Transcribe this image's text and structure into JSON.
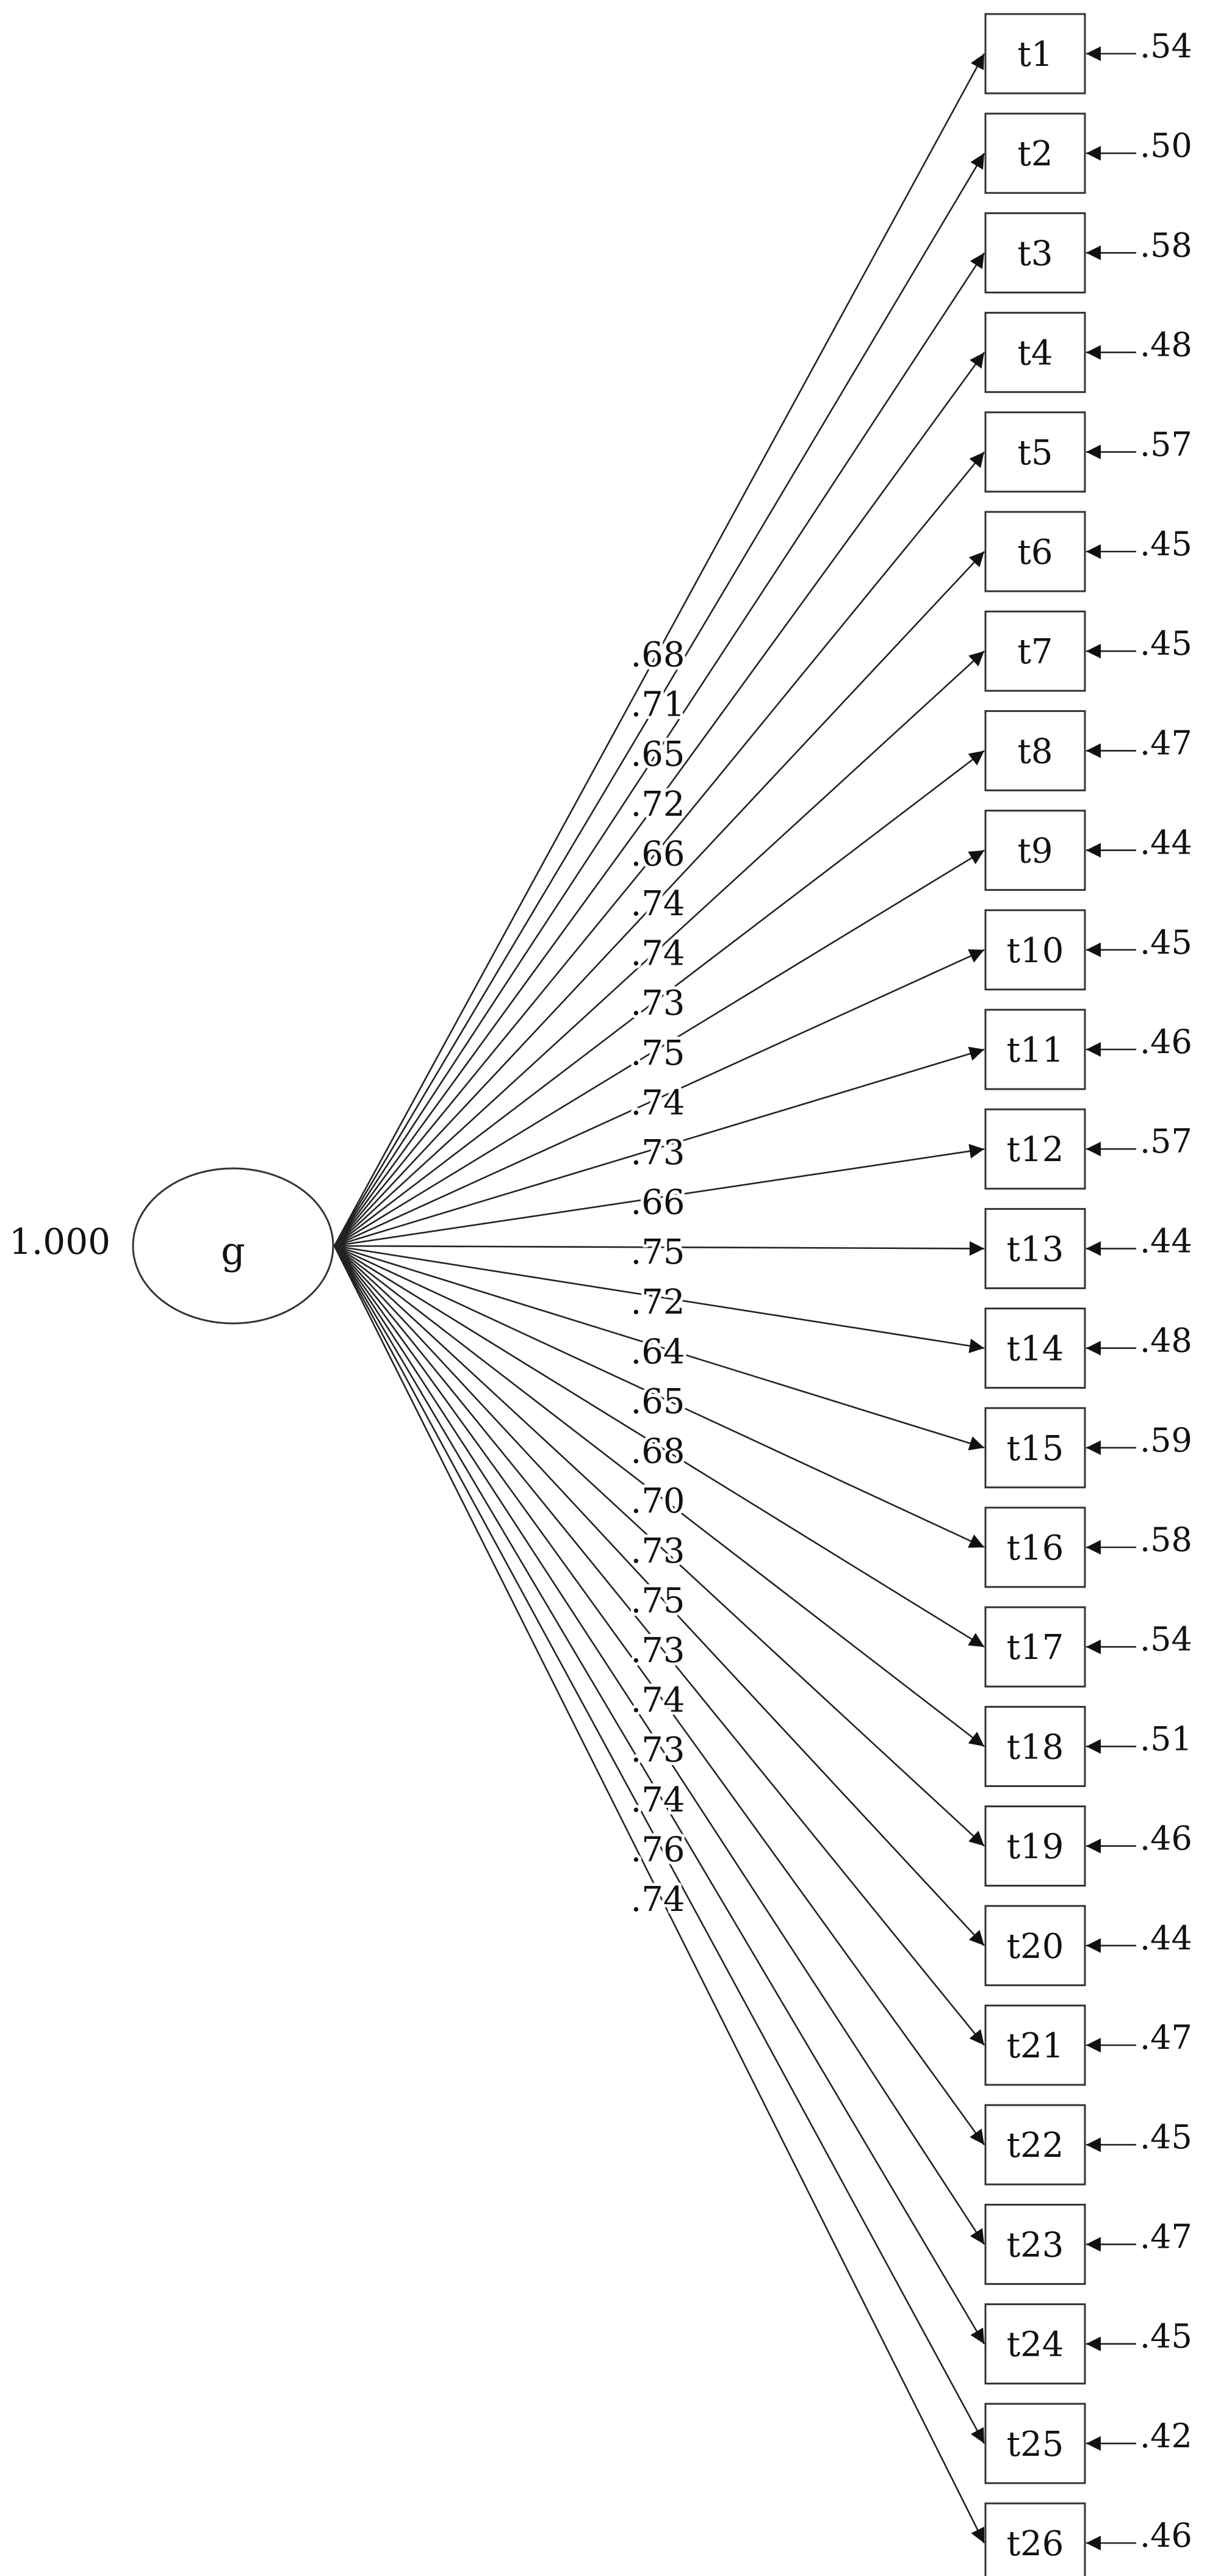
{
  "latent": {
    "name": "g",
    "variance": "1.000"
  },
  "indicators": [
    {
      "name": "t1",
      "loading": ".68",
      "error": ".54"
    },
    {
      "name": "t2",
      "loading": ".71",
      "error": ".50"
    },
    {
      "name": "t3",
      "loading": ".65",
      "error": ".58"
    },
    {
      "name": "t4",
      "loading": ".72",
      "error": ".48"
    },
    {
      "name": "t5",
      "loading": ".66",
      "error": ".57"
    },
    {
      "name": "t6",
      "loading": ".74",
      "error": ".45"
    },
    {
      "name": "t7",
      "loading": ".74",
      "error": ".45"
    },
    {
      "name": "t8",
      "loading": ".73",
      "error": ".47"
    },
    {
      "name": "t9",
      "loading": ".75",
      "error": ".44"
    },
    {
      "name": "t10",
      "loading": ".74",
      "error": ".45"
    },
    {
      "name": "t11",
      "loading": ".73",
      "error": ".46"
    },
    {
      "name": "t12",
      "loading": ".66",
      "error": ".57"
    },
    {
      "name": "t13",
      "loading": ".75",
      "error": ".44"
    },
    {
      "name": "t14",
      "loading": ".72",
      "error": ".48"
    },
    {
      "name": "t15",
      "loading": ".64",
      "error": ".59"
    },
    {
      "name": "t16",
      "loading": ".65",
      "error": ".58"
    },
    {
      "name": "t17",
      "loading": ".68",
      "error": ".54"
    },
    {
      "name": "t18",
      "loading": ".70",
      "error": ".51"
    },
    {
      "name": "t19",
      "loading": ".73",
      "error": ".46"
    },
    {
      "name": "t20",
      "loading": ".75",
      "error": ".44"
    },
    {
      "name": "t21",
      "loading": ".73",
      "error": ".47"
    },
    {
      "name": "t22",
      "loading": ".74",
      "error": ".45"
    },
    {
      "name": "t23",
      "loading": ".73",
      "error": ".47"
    },
    {
      "name": "t24",
      "loading": ".74",
      "error": ".45"
    },
    {
      "name": "t25",
      "loading": ".76",
      "error": ".42"
    },
    {
      "name": "t26",
      "loading": ".74",
      "error": ".46"
    }
  ]
}
